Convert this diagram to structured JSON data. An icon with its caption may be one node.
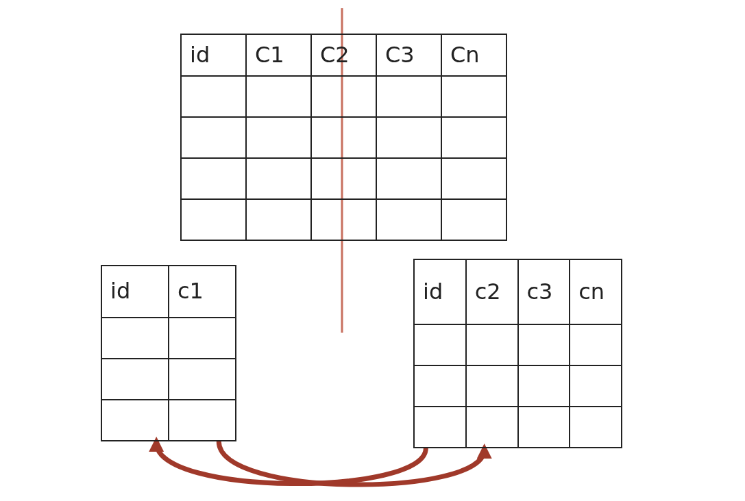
{
  "diagram": {
    "nodes": [
      {
        "text": [
          "id",
          "C1",
          "C2",
          "C3",
          "Cn"
        ]
      },
      {
        "text": [
          "id",
          "c1"
        ]
      },
      {
        "text": [
          "id",
          "c2",
          "c3",
          "cn"
        ]
      }
    ],
    "edges": [
      {
        "from": 1,
        "to": 2,
        "arrow": "to"
      },
      {
        "from": 2,
        "to": 1,
        "arrow": "to"
      }
    ]
  }
}
